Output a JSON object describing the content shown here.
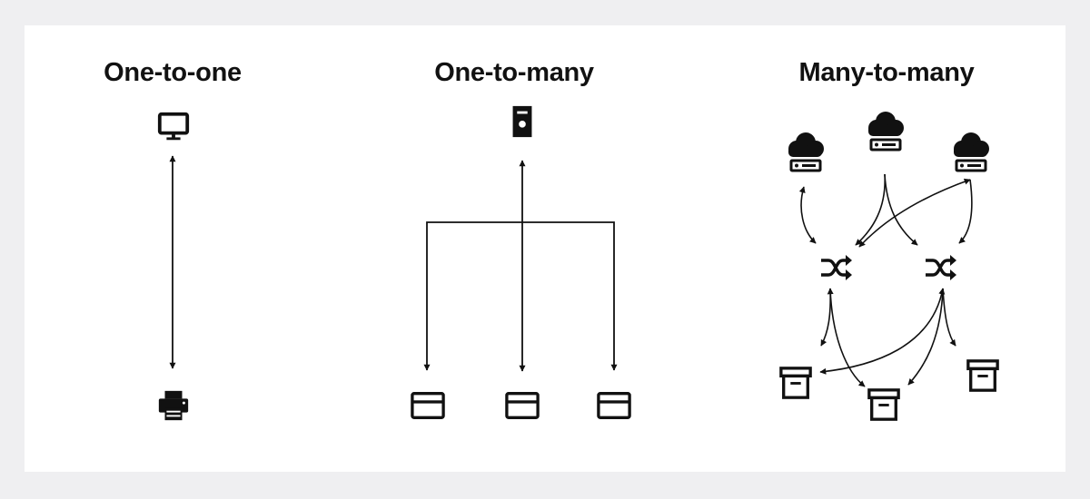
{
  "panels": [
    {
      "title": "One-to-one"
    },
    {
      "title": "One-to-many"
    },
    {
      "title": "Many-to-many"
    }
  ],
  "icons": {
    "one_to_one": [
      "monitor-icon",
      "printer-icon"
    ],
    "one_to_many": [
      "server-tower-icon",
      "browser-window-icon",
      "browser-window-icon",
      "browser-window-icon"
    ],
    "many_to_many": [
      "cloud-server-icon",
      "cloud-server-icon",
      "cloud-server-icon",
      "shuffle-icon",
      "shuffle-icon",
      "archive-box-icon",
      "archive-box-icon",
      "archive-box-icon"
    ]
  },
  "colors": {
    "background": "#efeff1",
    "panel": "#ffffff",
    "ink": "#111111"
  }
}
